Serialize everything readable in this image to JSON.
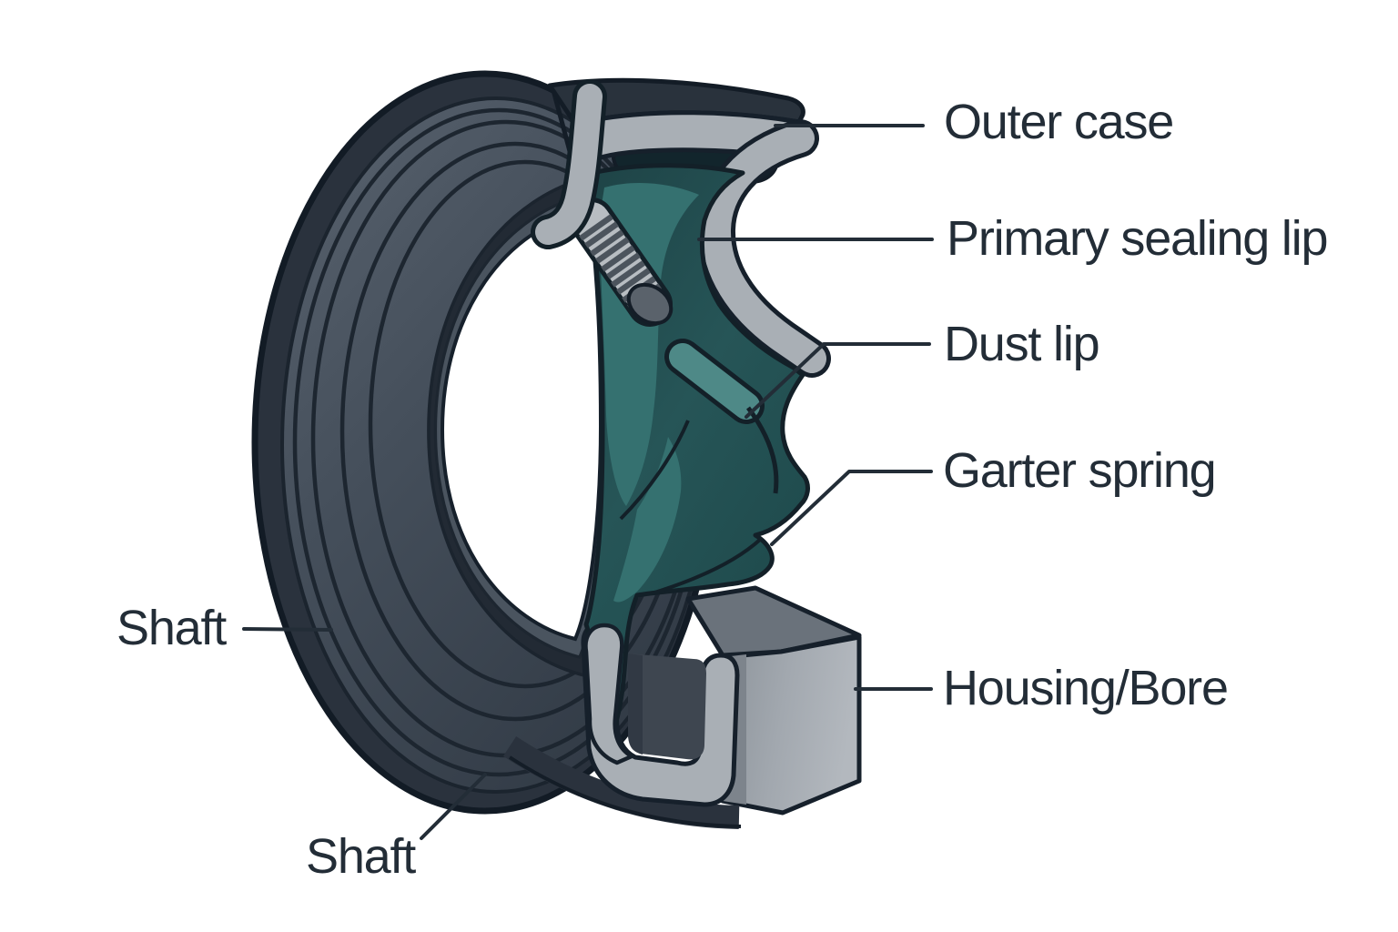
{
  "figure": {
    "labels": {
      "outer_case": "Outer case",
      "primary_sealing_lip": "Primary sealing lip",
      "dust_lip": "Dust lip",
      "garter_spring": "Garter spring",
      "housing_bore": "Housing/Bore",
      "shaft_left": "Shaft",
      "shaft_bottom": "Shaft"
    },
    "palette": {
      "background": "#ffffff",
      "outline": "#16202b",
      "label_text": "#232d37",
      "leader_line": "#232d37",
      "ring_slate": "#454f5b",
      "ring_rim_dark": "#2a323d",
      "rubber_teal_dark": "#245253",
      "rubber_teal_mid": "#357170",
      "rubber_teal_light": "#4e8987",
      "case_gray": "#a9afb5",
      "spring_gray": "#b8bdc2",
      "housing_gray": "#9aa1a8",
      "housing_top_gray": "#6a727b",
      "pocket_dark": "#3e4650"
    }
  }
}
